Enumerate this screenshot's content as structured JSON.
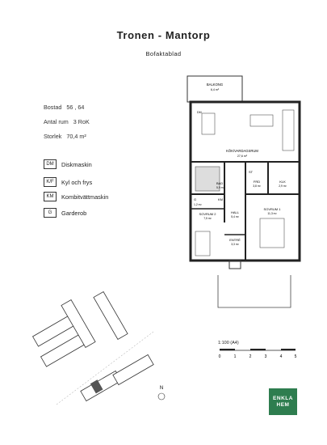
{
  "header": {
    "title": "Tronen - Mantorp",
    "subtitle": "Bofaktablad"
  },
  "info": {
    "bostad_label": "Bostad",
    "bostad_value": "56 , 64",
    "rum_label": "Antal rum",
    "rum_value": "3 RoK",
    "storlek_label": "Storlek",
    "storlek_value": "70,4 m²"
  },
  "legend": [
    {
      "code": "DM",
      "label": "Diskmaskin"
    },
    {
      "code": "K/F",
      "label": "Kyl och frys"
    },
    {
      "code": "KM",
      "label": "Kombitvättmaskin"
    },
    {
      "code": "G",
      "label": "Garderob"
    }
  ],
  "plan": {
    "balkong": "BALKONG",
    "balkong_area": "6,4 m²",
    "kok": "KÖK/VARDAGSRUM",
    "kok_area": "27,6 m²",
    "bad": "BAD",
    "bad_area": "5,9 m²",
    "g": "G",
    "g_area": "1,2 m²",
    "km": "KM",
    "dm": "DM",
    "st": "ST",
    "frd": "FRD",
    "frd_area": "3,8 m²",
    "klk": "KLK",
    "klk_area": "2,9 m²",
    "sov1": "SOVRUM 1",
    "sov1_area": "11,3 m²",
    "sov2": "SOVRUM 2",
    "sov2_area": "7,5 m²",
    "hall": "HALL",
    "hall_area": "5,4 m²",
    "entre": "ENTRÉ",
    "entre_area": "3,3 m²"
  },
  "site": {
    "north": "N"
  },
  "scale": {
    "label": "1:100 (A4)",
    "ticks": [
      "0",
      "1",
      "2",
      "3",
      "4",
      "5"
    ]
  },
  "brand": {
    "line1": "ENKLA",
    "line2": "HEM",
    "color": "#2e7d4f"
  }
}
